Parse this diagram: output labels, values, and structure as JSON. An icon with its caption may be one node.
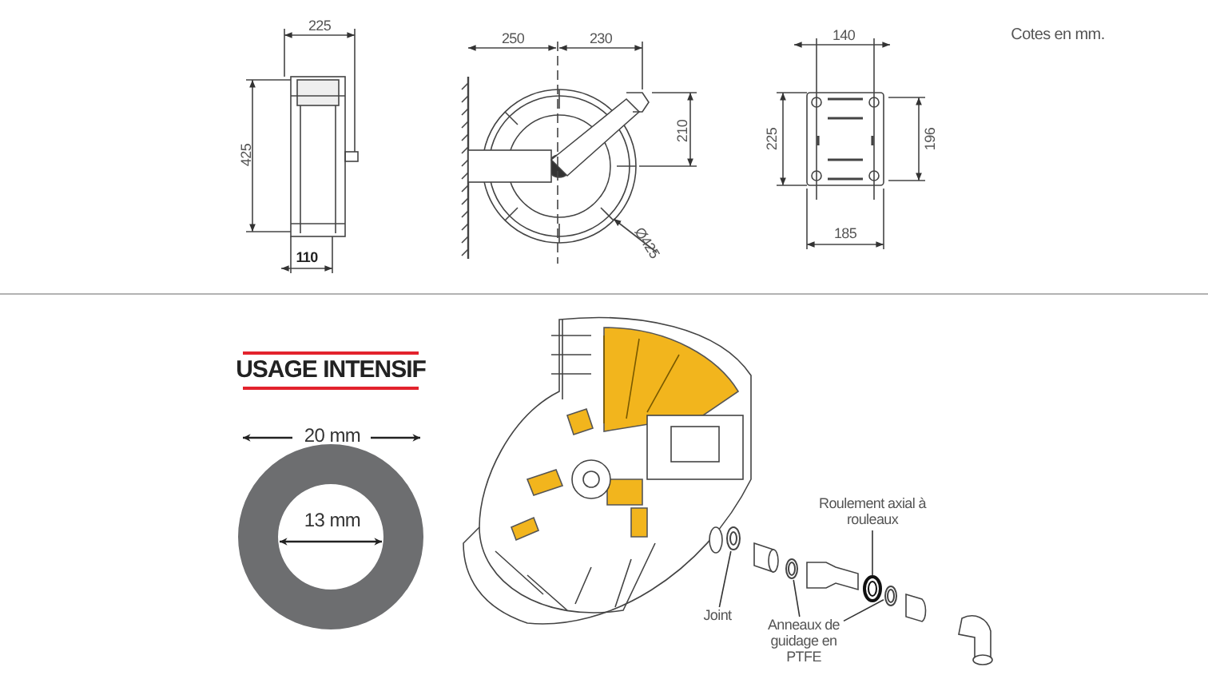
{
  "diagram": {
    "nodes": [
      {
        "text": [
          "Joint"
        ]
      },
      {
        "text": [],
        "shape": "picture"
      },
      {
        "text": [
          "Anneaux de guidage en PTFE"
        ]
      },
      {
        "text": [],
        "shape": "picture"
      },
      {
        "text": [],
        "shape": "picture"
      },
      {
        "text": [
          "Roulement axial à rouleaux"
        ]
      },
      {
        "text": [],
        "shape": "picture"
      }
    ],
    "edges": [
      {
        "from": 0,
        "to": 1,
        "arrow": "none"
      },
      {
        "from": 2,
        "to": 3,
        "arrow": "none"
      },
      {
        "from": 2,
        "to": 4,
        "arrow": "none"
      },
      {
        "from": 5,
        "to": 6,
        "arrow": "none"
      }
    ],
    "labels": [
      "225",
      "425",
      "110",
      "250",
      "230",
      "210",
      "Ø425",
      "140",
      "225",
      "196",
      "185",
      "Cotes en mm.",
      "USAGE INTENSIF",
      "20 mm",
      "13 mm"
    ]
  }
}
